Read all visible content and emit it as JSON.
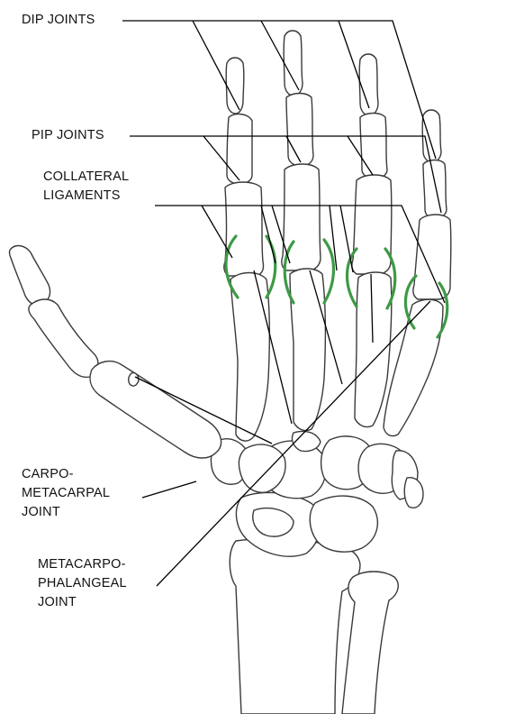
{
  "labels": {
    "dip": [
      "DIP JOINTS"
    ],
    "pip": [
      "PIP JOINTS"
    ],
    "collateral": [
      "COLLATERAL",
      "LIGAMENTS"
    ],
    "cmc": [
      "CARPO-",
      "METACARPAL",
      "JOINT"
    ],
    "mcp": [
      "METACARPO-",
      "PHALANGEAL",
      "JOINT"
    ]
  },
  "colors": {
    "ligament": "#3d9a45",
    "bone_outline": "#3a3a3a",
    "leader": "#000000"
  }
}
